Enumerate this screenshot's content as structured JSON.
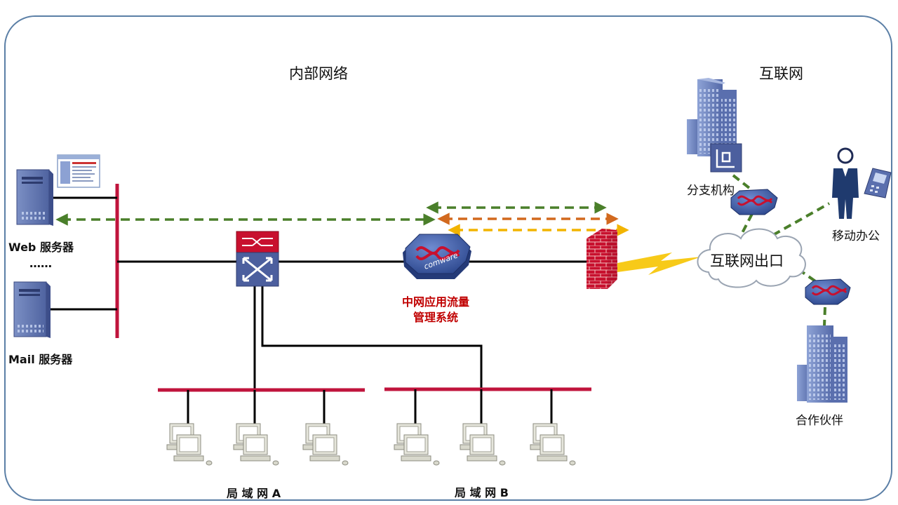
{
  "zones": {
    "internal": "内部网络",
    "internet": "互联网"
  },
  "servers": {
    "web": "Web 服务器",
    "ellipsis": "……",
    "mail": "Mail 服务器"
  },
  "device": {
    "line1": "中网应用流量",
    "line2": "管理系统",
    "badge": "comware"
  },
  "lans": {
    "a": "局 域 网 A",
    "b": "局 域 网 B"
  },
  "remote": {
    "branch": "分支机构",
    "mobile": "移动办公",
    "exit": "互联网出口",
    "partner": "合作伙伴"
  },
  "colors": {
    "bus_red": "#c0143c",
    "flow_green": "#4a7f2a",
    "flow_orange": "#d2691e",
    "flow_yellow": "#f2b400",
    "device_blue": "#3f5fa8"
  },
  "icons": [
    "server-icon",
    "browser-window-icon",
    "switch-icon",
    "comware-device-icon",
    "firewall-icon",
    "lightning-icon",
    "cloud-icon",
    "building-icon",
    "router-icon",
    "person-icon",
    "phone-icon",
    "workstation-icon"
  ]
}
